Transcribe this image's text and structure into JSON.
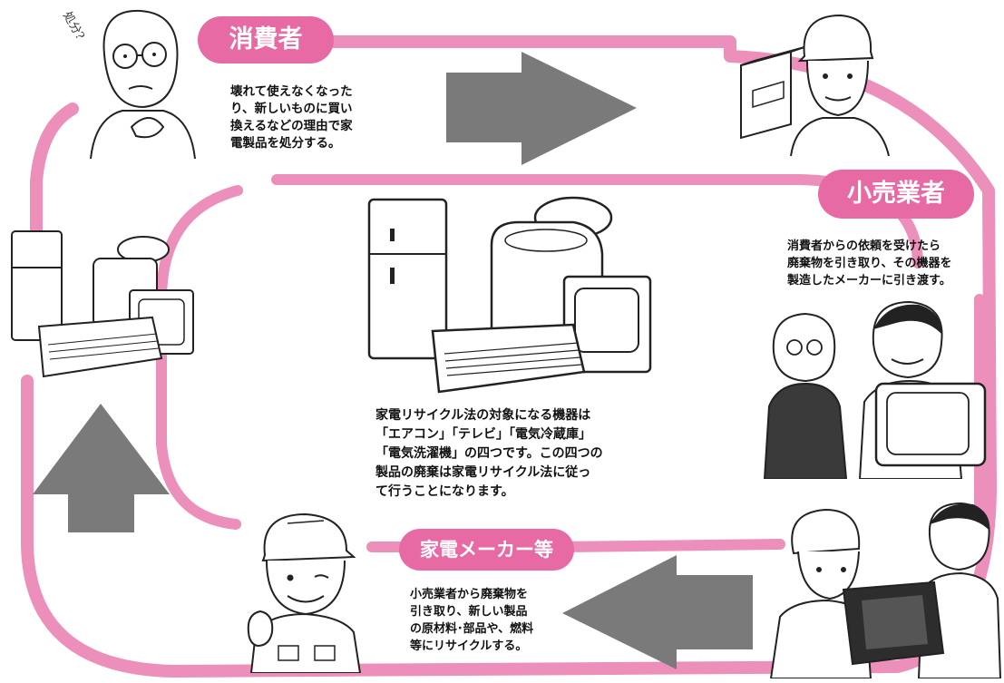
{
  "colors": {
    "loop": "#ec8fba",
    "badge": "#e86aa4",
    "arrow": "#7a7a7a",
    "ink": "#222222"
  },
  "badges": {
    "consumer": "消費者",
    "retailer": "小売業者",
    "maker": "家電メーカー等"
  },
  "texts": {
    "consumer": [
      "壊れて使えなくなった",
      "り、新しいものに買い",
      "換えるなどの理由で家",
      "電製品を処分する。"
    ],
    "retailer": [
      "消費者からの依頼を受けたら",
      "廃棄物を引き取り、その機器を",
      "製造したメーカーに引き渡す。"
    ],
    "center": [
      "家電リサイクル法の対象になる機器は",
      "「エアコン」「テレビ」「電気冷蔵庫」",
      "「電気洗濯機」の四つです。この四つの",
      "製品の廃棄は家電リサイクル法に従っ",
      "て行うことになります。"
    ],
    "maker": [
      "小売業者から廃棄物を",
      "引き取り、新しい製品",
      "の原材料･部品や、燃料",
      "等にリサイクルする。"
    ],
    "consumer_scribble": "処分?"
  },
  "icons": [
    "consumer-person-icon",
    "retailer-person-icon",
    "appliances-left-icon",
    "appliances-center-icon",
    "customer-handover-icon",
    "tv-carry-icon",
    "maker-worker-icon",
    "arrow-right-icon",
    "arrow-left-icon",
    "arrow-up-icon"
  ]
}
